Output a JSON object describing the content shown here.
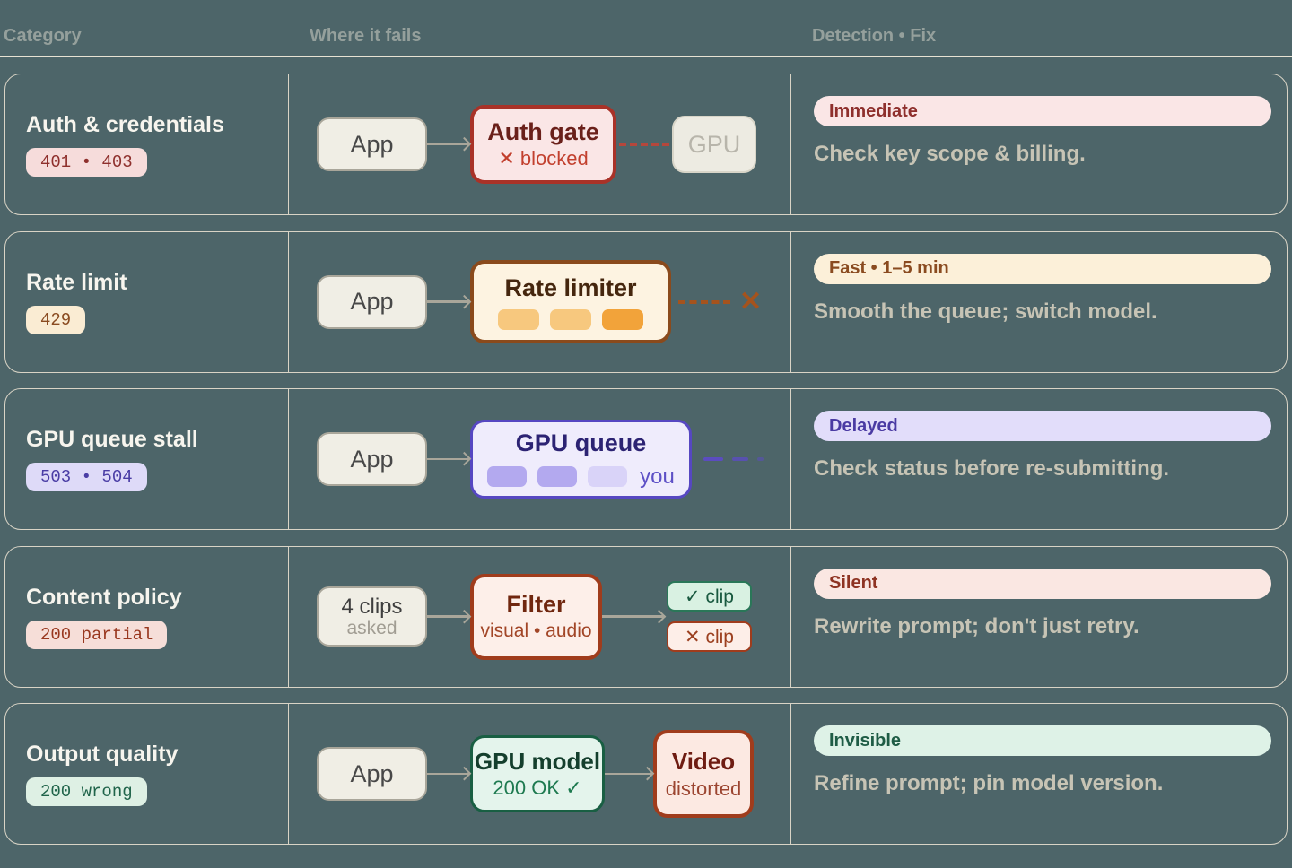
{
  "header": {
    "col_category": "Category",
    "col_flow": "Where it fails",
    "col_fix": "Detection • Fix"
  },
  "palette": {
    "background": "#4d6569",
    "card_border": "#d9d4c6",
    "header_text": "#95a09c",
    "category_title_text": "#f7f5ee",
    "fix_text": "#c7c4b5",
    "arrow": "#a9a69a",
    "row_accents": {
      "auth": "#a93228",
      "rate_limit": "#8a4a1c",
      "gpu_queue": "#5647c2",
      "content_policy": "#a03c1c",
      "output_quality": "#195f43"
    }
  },
  "rows": [
    {
      "category": {
        "title": "Auth & credentials",
        "code": "401 • 403"
      },
      "flow": {
        "app": "App",
        "node_title": "Auth gate",
        "node_sub": "✕ blocked",
        "ghost": "GPU"
      },
      "fix": {
        "badge": "Immediate",
        "text": "Check key scope & billing."
      }
    },
    {
      "category": {
        "title": "Rate limit",
        "code": "429"
      },
      "flow": {
        "app": "App",
        "node_title": "Rate limiter",
        "token_colors": [
          "#f7c87e",
          "#f7c87e",
          "#f2a33a"
        ],
        "x_mark": "✕"
      },
      "fix": {
        "badge": "Fast • 1–5 min",
        "text": "Smooth the queue; switch model."
      }
    },
    {
      "category": {
        "title": "GPU queue stall",
        "code": "503 • 504"
      },
      "flow": {
        "app": "App",
        "node_title": "GPU queue",
        "token_colors": [
          "#b3a9ef",
          "#b3a9ef",
          "#d9d3f8"
        ],
        "you_label": "you"
      },
      "fix": {
        "badge": "Delayed",
        "text": "Check status before re-submitting."
      }
    },
    {
      "category": {
        "title": "Content policy",
        "code": "200 partial"
      },
      "flow": {
        "app_line1": "4 clips",
        "app_line2": "asked",
        "node_title": "Filter",
        "node_sub": "visual • audio",
        "ok_chip": "✓ clip",
        "no_chip": "✕ clip"
      },
      "fix": {
        "badge": "Silent",
        "text": "Rewrite prompt; don't just retry."
      }
    },
    {
      "category": {
        "title": "Output quality",
        "code": "200 wrong"
      },
      "flow": {
        "app": "App",
        "node_title": "GPU model",
        "node_sub": "200 OK ✓",
        "out_title": "Video",
        "out_sub": "distorted"
      },
      "fix": {
        "badge": "Invisible",
        "text": "Refine prompt; pin model version."
      }
    }
  ]
}
